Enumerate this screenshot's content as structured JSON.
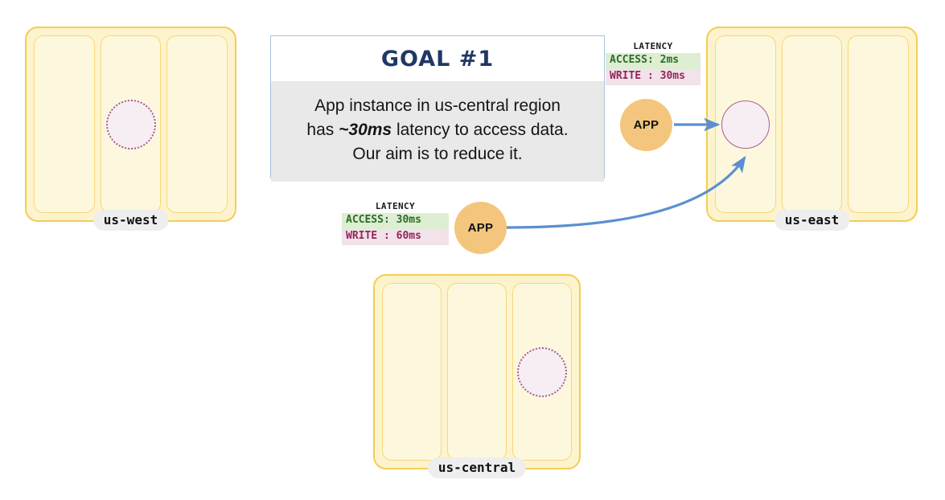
{
  "diagram": {
    "title": "Multi-region data replication latency diagram",
    "colors": {
      "region_fill": "#fdf3cd",
      "region_border": "#f5cd52",
      "zone_fill": "#fdf8dd",
      "zone_border": "#f7d77a",
      "data_circle_fill": "#f7eef4",
      "data_circle_border": "#aa5c8f",
      "app_fill": "#f4c67d",
      "arrow": "#5b8fd0",
      "goal_border": "#a8c4e2",
      "goal_body_bg": "#e9e9e9",
      "goal_title": "#1f3864",
      "access_bg": "#ddeed3",
      "access_fg": "#2f6b27",
      "write_bg": "#f2e2ea",
      "write_fg": "#91275a"
    }
  },
  "regions": [
    {
      "id": "us-west",
      "label": "us-west",
      "zones": [
        "zone-a",
        "zone-b",
        "zone-c"
      ],
      "data_copy": {
        "zone_index": 1,
        "kind": "replica"
      }
    },
    {
      "id": "us-east",
      "label": "us-east",
      "zones": [
        "zone-a",
        "zone-b",
        "zone-c"
      ],
      "data_copy": {
        "zone_index": 0,
        "kind": "primary"
      }
    },
    {
      "id": "us-central",
      "label": "us-central",
      "zones": [
        "zone-a",
        "zone-b",
        "zone-c"
      ],
      "data_copy": {
        "zone_index": 2,
        "kind": "replica"
      }
    }
  ],
  "apps": [
    {
      "id": "app-us-east",
      "label": "APP",
      "region": "us-east"
    },
    {
      "id": "app-us-central",
      "label": "APP",
      "region": "us-central"
    }
  ],
  "latency_boxes": [
    {
      "id": "latency-us-east",
      "title": "LATENCY",
      "access_label": "ACCESS:",
      "access_value": "2ms",
      "access_text": "ACCESS: 2ms",
      "write_label": "WRITE :",
      "write_value": "30ms",
      "write_text": "WRITE : 30ms"
    },
    {
      "id": "latency-us-central",
      "title": "LATENCY",
      "access_label": "ACCESS:",
      "access_value": "30ms",
      "access_text": "ACCESS: 30ms",
      "write_label": "WRITE :",
      "write_value": "60ms",
      "write_text": "WRITE : 60ms"
    }
  ],
  "goal_card": {
    "title": "GOAL  #1",
    "body_line1": "App instance in us-central region",
    "body_line2_prefix": "has ",
    "body_line2_emphasis": "~30ms",
    "body_line2_suffix": " latency to access data.",
    "body_line3": "Our aim is to reduce it."
  },
  "connections": [
    {
      "id": "app-east-to-primary",
      "from": "app-us-east",
      "to": "us-east-primary",
      "style": "straight"
    },
    {
      "id": "app-central-to-primary",
      "from": "app-us-central",
      "to": "us-east-primary",
      "style": "curved"
    }
  ]
}
